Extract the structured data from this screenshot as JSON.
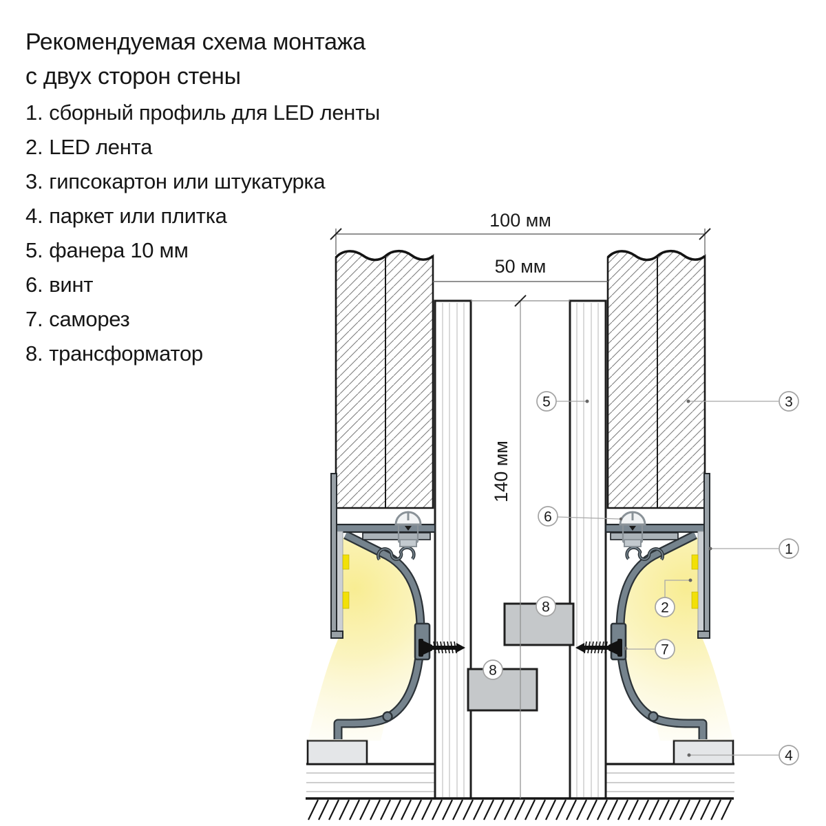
{
  "header": {
    "title_line1": "Рекомендуемая схема монтажа",
    "title_line2": "с двух сторон стены"
  },
  "legend": {
    "items": [
      {
        "num": "1.",
        "label": "сборный профиль для LED ленты"
      },
      {
        "num": "2.",
        "label": "LED лента"
      },
      {
        "num": "3.",
        "label": "гипсокартон или штукатурка"
      },
      {
        "num": "4.",
        "label": "паркет или плитка"
      },
      {
        "num": "5.",
        "label": "фанера 10 мм"
      },
      {
        "num": "6.",
        "label": "винт"
      },
      {
        "num": "7.",
        "label": "саморез"
      },
      {
        "num": "8.",
        "label": "трансформатор"
      }
    ]
  },
  "diagram": {
    "dimensions": {
      "total_width": "100 мм",
      "inner_width": "50 мм",
      "height": "140 мм"
    },
    "callouts": [
      {
        "number": "5"
      },
      {
        "number": "3"
      },
      {
        "number": "6"
      },
      {
        "number": "1"
      },
      {
        "number": "8"
      },
      {
        "number": "2"
      },
      {
        "number": "7"
      },
      {
        "number": "8"
      },
      {
        "number": "4"
      }
    ],
    "colors": {
      "profile": "#75838d",
      "profile_outline": "#2c3338",
      "led_yellow": "#f2e007",
      "glow": "#f8ec8f",
      "metal_light": "#ccd0d4",
      "plate": "#99a1a7",
      "transformer_gray": "#c5c8ca",
      "tile_gray": "#e4e6e8",
      "line_black": "#1a1a1a",
      "leader_gray": "#a8a8a8"
    }
  }
}
